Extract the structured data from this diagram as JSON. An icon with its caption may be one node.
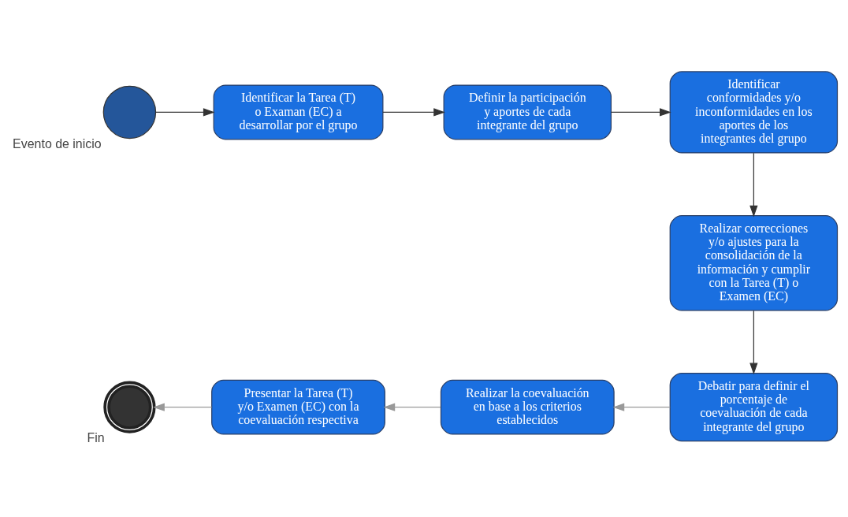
{
  "diagram": {
    "nodes": [
      {
        "text": [
          "Evento de inicio"
        ]
      },
      {
        "text": [
          "Identificar la Tarea (T) o Examan (EC) a desarrollar por el grupo"
        ]
      },
      {
        "text": [
          "Definir la participación y aportes de cada integrante del grupo"
        ]
      },
      {
        "text": [
          "Identificar conformidades y/o inconformidades en los aportes de los integrantes del grupo"
        ]
      },
      {
        "text": [
          "Realizar correcciones y/o ajustes para la consolidación de la información y cumplir con la Tarea (T) o Examen (EC)"
        ]
      },
      {
        "text": [
          "Debatir para definir el porcentaje de coevaluación de cada integrante del grupo"
        ]
      },
      {
        "text": [
          "Realizar la coevaluación en base a los criterios establecidos"
        ]
      },
      {
        "text": [
          "Presentar la Tarea (T) y/o Examen (EC) con la coevaluación respectiva"
        ]
      },
      {
        "text": [
          "Fin"
        ]
      }
    ],
    "edges": [
      {
        "from": 0,
        "to": 1,
        "arrow": "to"
      },
      {
        "from": 1,
        "to": 2,
        "arrow": "to"
      },
      {
        "from": 2,
        "to": 3,
        "arrow": "to"
      },
      {
        "from": 3,
        "to": 4,
        "arrow": "to"
      },
      {
        "from": 4,
        "to": 5,
        "arrow": "to"
      },
      {
        "from": 5,
        "to": 6,
        "arrow": "to",
        "color": "#999999"
      },
      {
        "from": 6,
        "to": 7,
        "arrow": "to",
        "color": "#999999"
      },
      {
        "from": 7,
        "to": 8,
        "arrow": "to",
        "color": "#999999"
      }
    ]
  }
}
